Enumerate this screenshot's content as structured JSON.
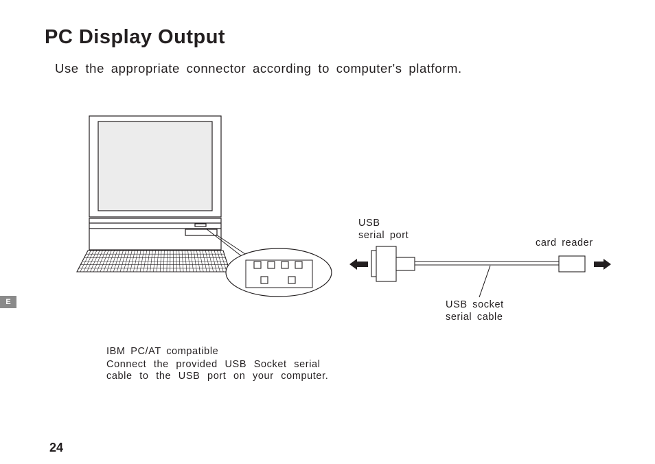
{
  "page": {
    "title": "PC Display Output",
    "intro": "Use the appropriate connector according to computer's platform.",
    "side_tab": "E",
    "page_number": "24"
  },
  "diagram": {
    "usb_port_label_line1": "USB",
    "usb_port_label_line2": "serial port",
    "card_reader_label": "card reader",
    "cable_label_line1": "USB socket",
    "cable_label_line2": "serial cable"
  },
  "note": {
    "heading": "IBM PC/AT compatible",
    "line1": "Connect the provided USB Socket serial",
    "line2": "cable to the USB port on your computer."
  }
}
